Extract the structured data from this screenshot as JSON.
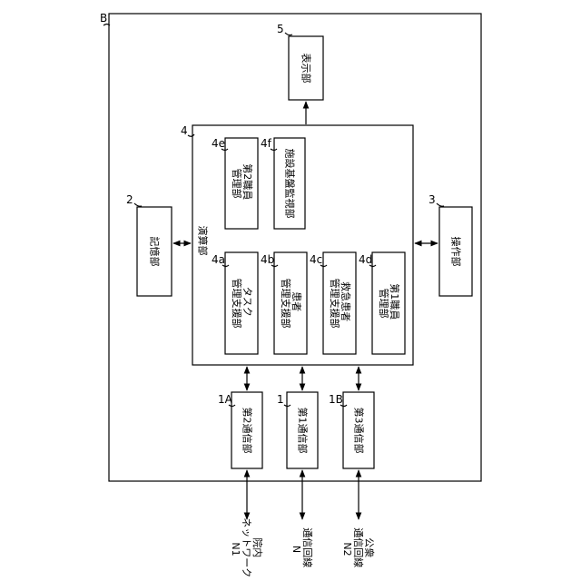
{
  "diagram": {
    "outer_ref": "B",
    "calc": {
      "ref": "4",
      "label": "演算部"
    },
    "display": {
      "ref": "5",
      "label": "表示部"
    },
    "storage": {
      "ref": "2",
      "label": "記憶部"
    },
    "operation": {
      "ref": "3",
      "label": "操作部"
    },
    "staff2": {
      "ref": "4e",
      "line1": "第2職員",
      "line2": "管理部"
    },
    "facility": {
      "ref": "4f",
      "label": "施設基盤監視部"
    },
    "task": {
      "ref": "4a",
      "line1": "タスク",
      "line2": "管理支援部"
    },
    "patient": {
      "ref": "4b",
      "line1": "患者",
      "line2": "管理支援部"
    },
    "emergency": {
      "ref": "4c",
      "line1": "救急患者",
      "line2": "管理支援部"
    },
    "staff1": {
      "ref": "4d",
      "line1": "第1職員",
      "line2": "管理部"
    },
    "comm2": {
      "ref": "1A",
      "label": "第2通信部"
    },
    "comm1": {
      "ref": "1",
      "label": "第1通信部"
    },
    "comm3": {
      "ref": "1B",
      "label": "第3通信部"
    },
    "net_hospital": {
      "line1": "院内",
      "line2": "ネットワーク",
      "line3": "N1"
    },
    "net_line": {
      "line1": "通信回線",
      "line2": "N"
    },
    "net_public": {
      "line1": "公衆",
      "line2": "通信回線",
      "line3": "N2"
    }
  }
}
